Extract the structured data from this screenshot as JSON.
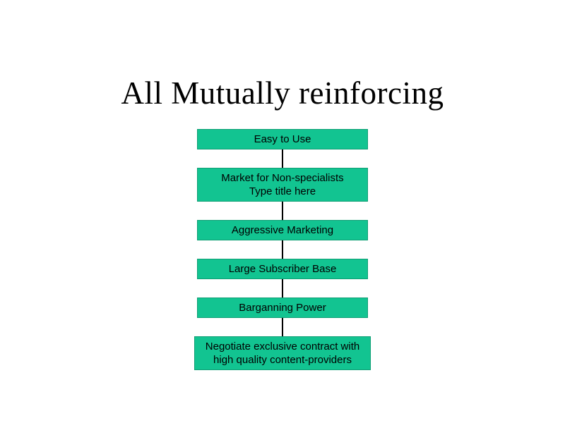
{
  "slide": {
    "title": "All Mutually reinforcing",
    "colors": {
      "background": "#ffffff",
      "box_fill": "#12c491",
      "box_border": "#0f9e74",
      "connector": "#000000",
      "text": "#000000"
    },
    "flowchart": {
      "direction": "top-to-bottom",
      "boxes": [
        {
          "lines": [
            "Easy to Use"
          ]
        },
        {
          "lines": [
            "Market for Non-specialists",
            "Type title here"
          ]
        },
        {
          "lines": [
            "Aggressive Marketing"
          ]
        },
        {
          "lines": [
            "Large Subscriber Base"
          ]
        },
        {
          "lines": [
            "Barganning Power"
          ]
        },
        {
          "lines": [
            "Negotiate exclusive contract with",
            "high quality content-providers"
          ]
        }
      ]
    }
  }
}
